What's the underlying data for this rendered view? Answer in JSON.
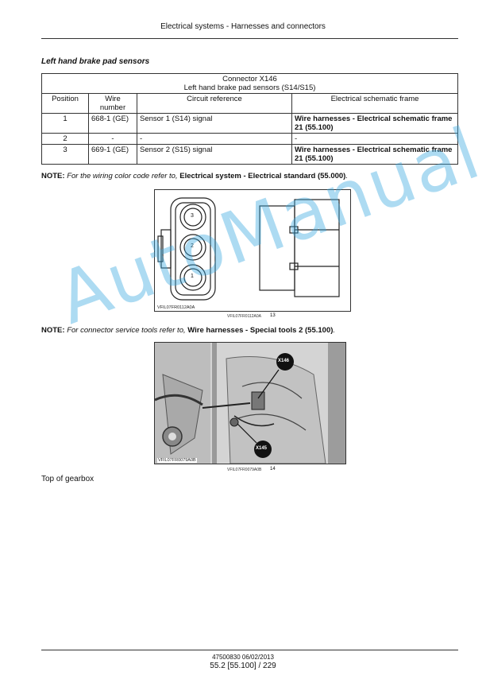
{
  "header": {
    "title": "Electrical systems - Harnesses and connectors"
  },
  "section": {
    "title": "Left hand brake pad sensors"
  },
  "table": {
    "connector": "Connector X146",
    "subtitle": "Left hand brake pad sensors (S14/S15)",
    "columns": [
      "Position",
      "Wire number",
      "Circuit reference",
      "Electrical schematic frame"
    ],
    "rows": [
      {
        "position": "1",
        "wire": "668-1 (GE)",
        "circuit": "Sensor 1 (S14) signal",
        "frame": "Wire harnesses - Electrical schematic frame 21 (55.100)"
      },
      {
        "position": "2",
        "wire": "-",
        "circuit": "-",
        "frame": "-"
      },
      {
        "position": "3",
        "wire": "669-1 (GE)",
        "circuit": "Sensor 2 (S15) signal",
        "frame": "Wire harnesses - Electrical schematic frame 21 (55.100)"
      }
    ]
  },
  "note1": {
    "label": "NOTE:",
    "text": " For the wiring color code refer to, ",
    "link": "Electrical system - Electrical standard (55.000)",
    "end": "."
  },
  "figure1": {
    "inner_code": "VFIL07FR0112A0A",
    "caption_code": "VFIL07FR0112A0A",
    "number": "13",
    "pins": [
      "3",
      "2",
      "1"
    ]
  },
  "note2": {
    "label": "NOTE:",
    "text": " For connector service tools refer to, ",
    "link": "Wire harnesses - Special tools 2 (55.100)",
    "end": "."
  },
  "figure2": {
    "inner_code": "VFIL07FR0079A0B",
    "caption_code": "VFIL07FR0079A0B",
    "number": "14",
    "label_top": "X146",
    "label_bottom": "X145"
  },
  "caption": {
    "text": "Top of gearbox"
  },
  "footer": {
    "ref": "47500830 06/02/2013",
    "page": "55.2 [55.100] / 229"
  },
  "watermark": {
    "text": "AutoManual"
  }
}
